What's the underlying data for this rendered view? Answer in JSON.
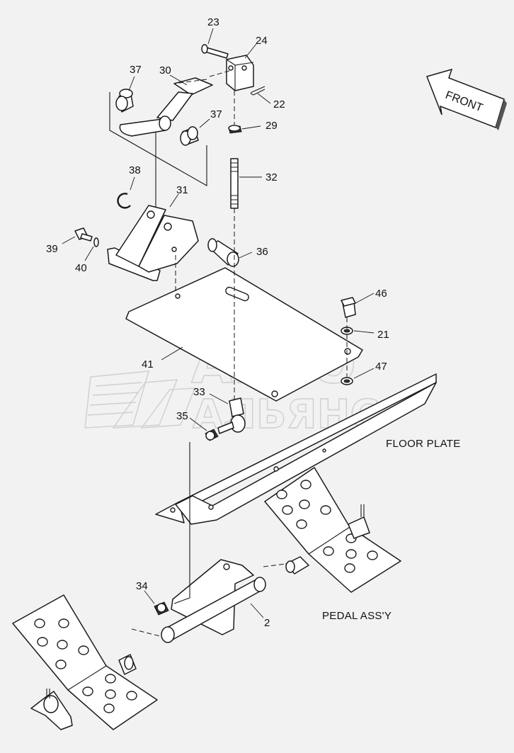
{
  "watermark": {
    "line1": "АВТО",
    "line2": "АЛЬЯНС"
  },
  "front_arrow": {
    "label": "FRONT"
  },
  "captions": {
    "floor_plate": "FLOOR PLATE",
    "pedal_assy": "PEDAL ASS'Y"
  },
  "callouts": {
    "p23": "23",
    "p24": "24",
    "p22": "22",
    "p37a": "37",
    "p30": "30",
    "p37b": "37",
    "p29": "29",
    "p32": "32",
    "p38": "38",
    "p31": "31",
    "p39": "39",
    "p40": "40",
    "p36": "36",
    "p46": "46",
    "p21": "21",
    "p41": "41",
    "p47": "47",
    "p33": "33",
    "p35": "35",
    "p34": "34",
    "p2": "2"
  }
}
